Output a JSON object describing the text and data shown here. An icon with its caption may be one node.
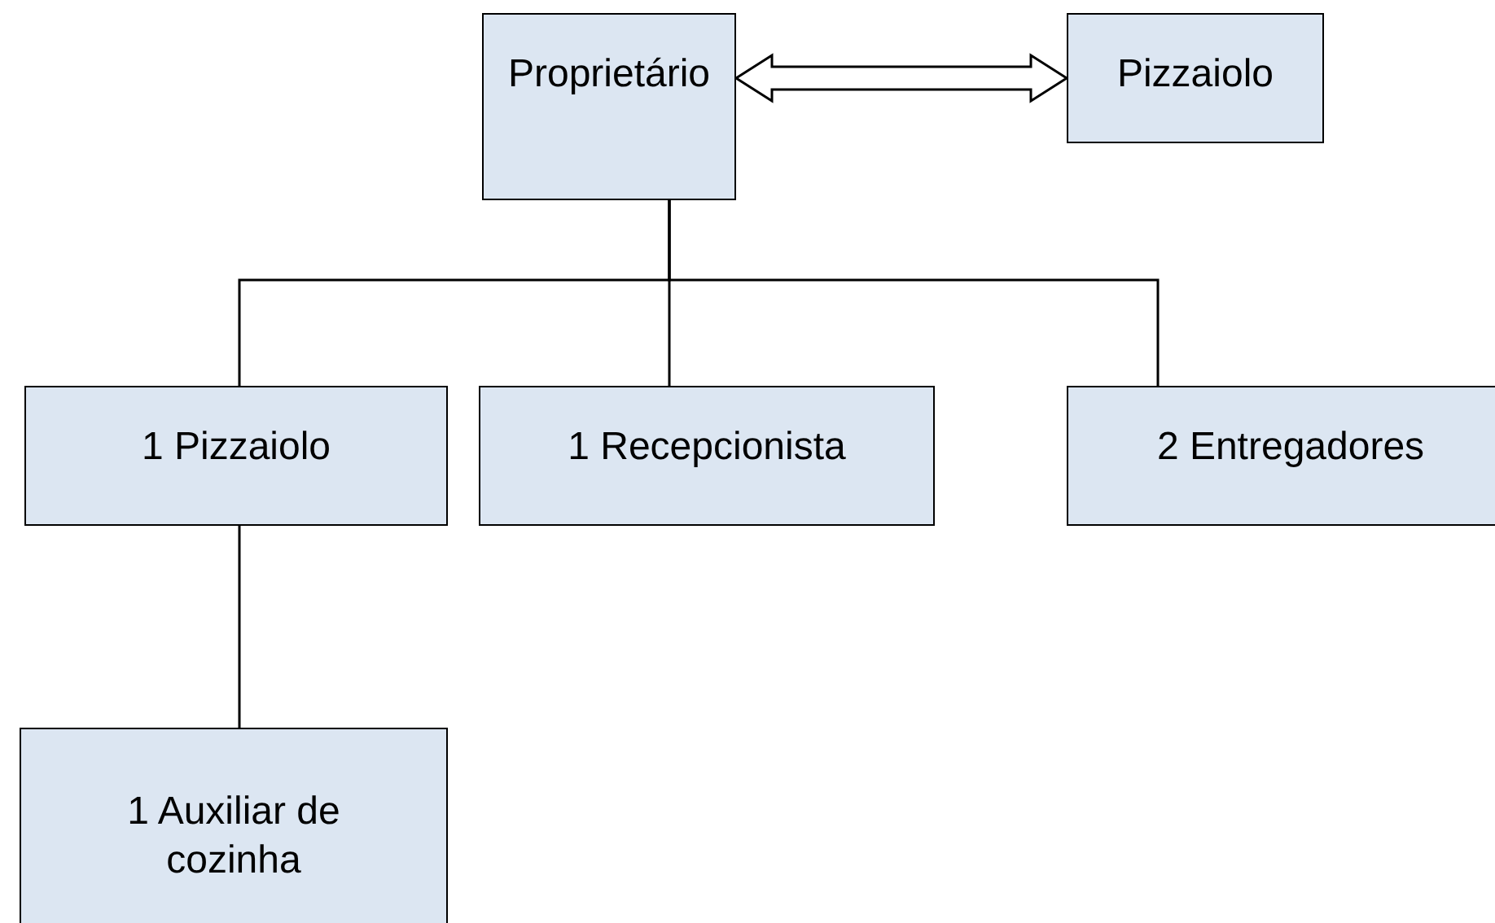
{
  "diagram": {
    "nodes": [
      {
        "text": [
          "Proprietário"
        ]
      },
      {
        "text": [
          "Pizzaiolo"
        ]
      },
      {
        "text": [
          "1 Pizzaiolo"
        ]
      },
      {
        "text": [
          "1 Recepcionista"
        ]
      },
      {
        "text": [
          "2 Entregadores"
        ]
      },
      {
        "text": [
          "1 Auxiliar de cozinha"
        ]
      }
    ],
    "edges": [
      {
        "from": 0,
        "to": 1,
        "arrow": "both"
      },
      {
        "from": 0,
        "to": 2,
        "arrow": "none"
      },
      {
        "from": 0,
        "to": 3,
        "arrow": "none"
      },
      {
        "from": 0,
        "to": 4,
        "arrow": "none"
      },
      {
        "from": 2,
        "to": 5,
        "arrow": "none"
      }
    ]
  }
}
